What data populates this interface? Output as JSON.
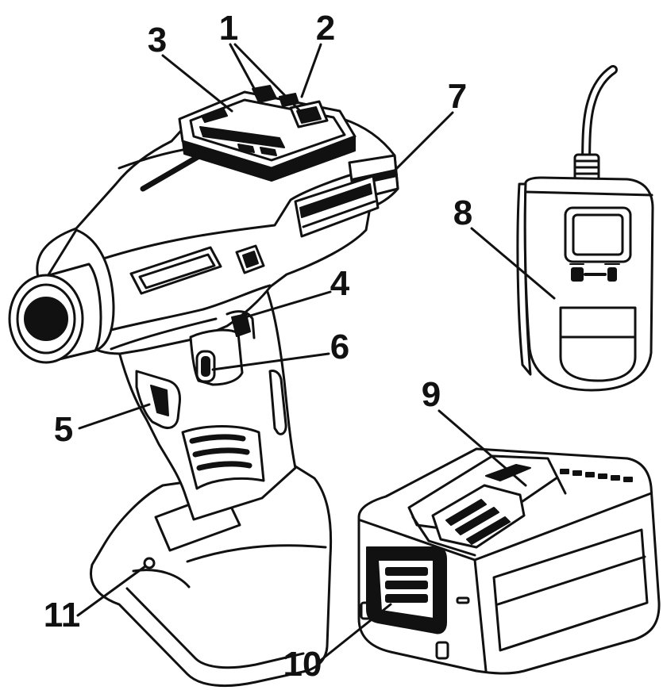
{
  "callouts": [
    "1",
    "2",
    "3",
    "4",
    "5",
    "6",
    "7",
    "8",
    "9",
    "10",
    "11"
  ],
  "colors": {
    "ink": "#111111",
    "paper": "#ffffff"
  }
}
